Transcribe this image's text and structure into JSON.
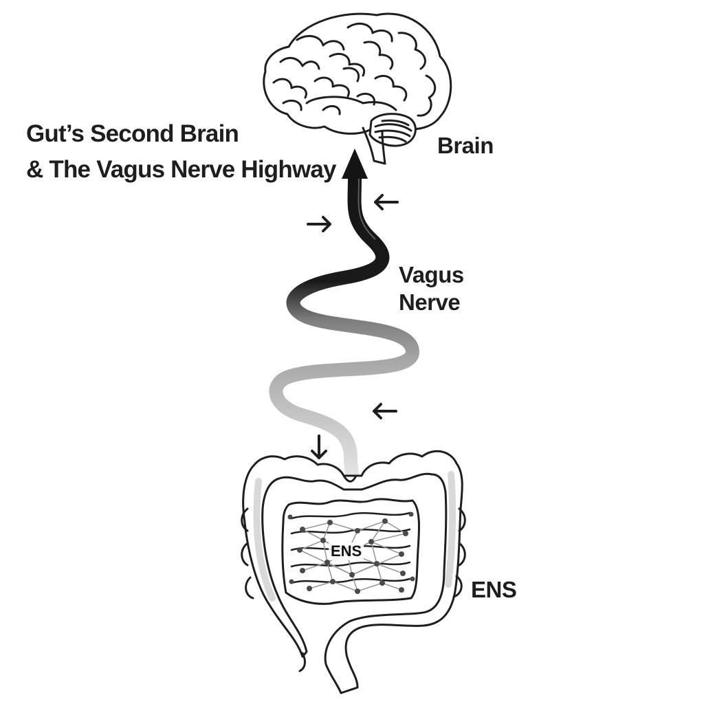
{
  "title": {
    "line1": "Gut’s Second Brain",
    "line2": "& The Vagus Nerve Highway"
  },
  "labels": {
    "brain": "Brain",
    "vagus_line1": "Vagus",
    "vagus_line2": "Nerve",
    "ens": "ENS",
    "ens_center": "ENS"
  },
  "colors": {
    "ink": "#1e1e1e",
    "nerve_dark": "#1a1a1a",
    "nerve_mid": "#8a8a8a",
    "nerve_light": "#cfcfcf",
    "gut_shadow": "#d9d9d9",
    "network_gray": "#9a9a9a"
  },
  "icons": [
    "brain-icon",
    "intestine-icon",
    "arrow-icon",
    "nerve-network-icon"
  ]
}
